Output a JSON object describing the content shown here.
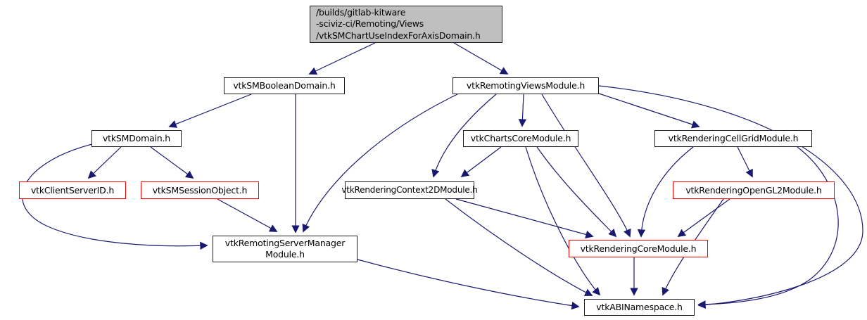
{
  "diagram": {
    "title": "Doxygen include dependency graph",
    "nodes": {
      "main": {
        "label": "/builds/gitlab-kitware\n-sciviz-ci/Remoting/Views\n/vtkSMChartUseIndexForAxisDomain.h",
        "style": "root"
      },
      "smBooleanDomain": {
        "label": "vtkSMBooleanDomain.h",
        "style": "normal"
      },
      "remotingViewsModule": {
        "label": "vtkRemotingViewsModule.h",
        "style": "normal"
      },
      "smDomain": {
        "label": "vtkSMDomain.h",
        "style": "normal"
      },
      "chartsCoreModule": {
        "label": "vtkChartsCoreModule.h",
        "style": "normal"
      },
      "renderingCellGridModule": {
        "label": "vtkRenderingCellGridModule.h",
        "style": "normal"
      },
      "clientServerID": {
        "label": "vtkClientServerID.h",
        "style": "truncated"
      },
      "smSessionObject": {
        "label": "vtkSMSessionObject.h",
        "style": "truncated"
      },
      "renderingContext2DModule": {
        "label": "vtkRenderingContext2DModule.h",
        "style": "normal"
      },
      "renderingOpenGL2Module": {
        "label": "vtkRenderingOpenGL2Module.h",
        "style": "truncated"
      },
      "remotingServerManagerModule": {
        "label": "vtkRemotingServerManager\nModule.h",
        "style": "normal"
      },
      "renderingCoreModule": {
        "label": "vtkRenderingCoreModule.h",
        "style": "truncated"
      },
      "abiNamespace": {
        "label": "vtkABINamespace.h",
        "style": "normal"
      }
    },
    "edges": [
      "main -> vtkSMBooleanDomain.h",
      "main -> vtkRemotingViewsModule.h",
      "vtkSMBooleanDomain.h -> vtkSMDomain.h",
      "vtkSMBooleanDomain.h -> vtkRemotingServerManagerModule.h",
      "vtkSMDomain.h -> vtkClientServerID.h",
      "vtkSMDomain.h -> vtkSMSessionObject.h",
      "vtkSMDomain.h -> vtkRemotingServerManagerModule.h",
      "vtkSMSessionObject.h -> vtkRemotingServerManagerModule.h",
      "vtkRemotingViewsModule.h -> vtkChartsCoreModule.h",
      "vtkRemotingViewsModule.h -> vtkRenderingContext2DModule.h",
      "vtkRemotingViewsModule.h -> vtkRenderingCellGridModule.h",
      "vtkRemotingViewsModule.h -> vtkRenderingCoreModule.h",
      "vtkRemotingViewsModule.h -> vtkRemotingServerManagerModule.h",
      "vtkRemotingViewsModule.h -> vtkABINamespace.h",
      "vtkChartsCoreModule.h -> vtkRenderingContext2DModule.h",
      "vtkChartsCoreModule.h -> vtkRenderingCoreModule.h",
      "vtkChartsCoreModule.h -> vtkABINamespace.h",
      "vtkRenderingCellGridModule.h -> vtkRenderingOpenGL2Module.h",
      "vtkRenderingCellGridModule.h -> vtkRenderingCoreModule.h",
      "vtkRenderingCellGridModule.h -> vtkABINamespace.h",
      "vtkRenderingContext2DModule.h -> vtkRenderingCoreModule.h",
      "vtkRenderingContext2DModule.h -> vtkABINamespace.h",
      "vtkRenderingOpenGL2Module.h -> vtkRenderingCoreModule.h",
      "vtkRenderingOpenGL2Module.h -> vtkABINamespace.h",
      "vtkRenderingCoreModule.h -> vtkABINamespace.h",
      "vtkRemotingServerManagerModule.h -> vtkABINamespace.h"
    ],
    "colors": {
      "edge": "#191970",
      "node_border": "#1f1f1f",
      "truncated_border": "#ff0000",
      "root_fill": "#bfbfbf",
      "node_fill": "#ffffff",
      "text": "#000000"
    }
  }
}
